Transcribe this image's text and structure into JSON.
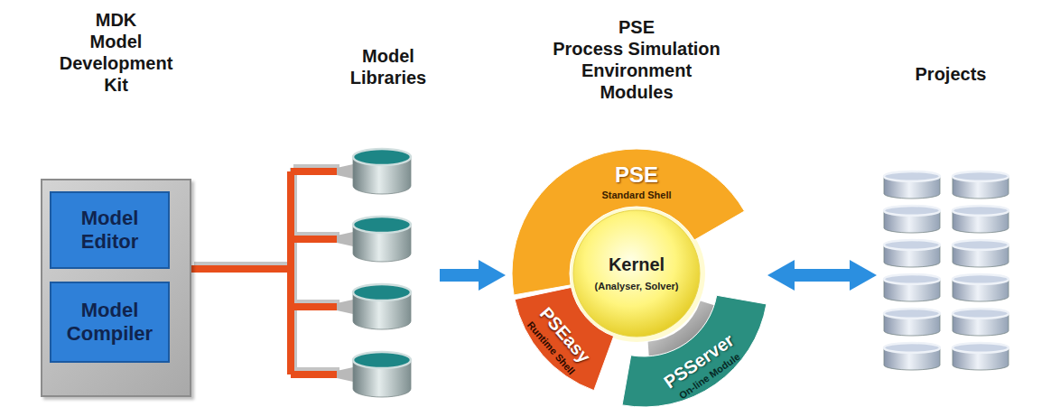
{
  "diagram": {
    "nodes": [
      {
        "text": [
          "MDK Model Development Kit"
        ]
      },
      {
        "text": [
          "Model Editor"
        ],
        "in": 0
      },
      {
        "text": [
          "Model Compiler"
        ],
        "in": 0
      },
      {
        "text": [
          "Model Libraries"
        ]
      },
      {
        "text": [
          "PSE Process Simulation Environment Modules"
        ]
      },
      {
        "text": [
          "PSE",
          "Standard Shell"
        ],
        "in": 4
      },
      {
        "text": [
          "Kernel",
          "(Analyser, Solver)"
        ],
        "in": 4
      },
      {
        "text": [
          "PSEasy",
          "Runtime Shell"
        ],
        "in": 4
      },
      {
        "text": [
          "PSServer",
          "On-line Module"
        ],
        "in": 4
      },
      {
        "text": [
          "Projects"
        ]
      }
    ],
    "edges": [
      {
        "from": 0,
        "to": 3,
        "arrow": "none"
      },
      {
        "from": 3,
        "to": 4,
        "arrow": "to"
      },
      {
        "from": 4,
        "to": 9,
        "arrow": "both"
      }
    ]
  }
}
